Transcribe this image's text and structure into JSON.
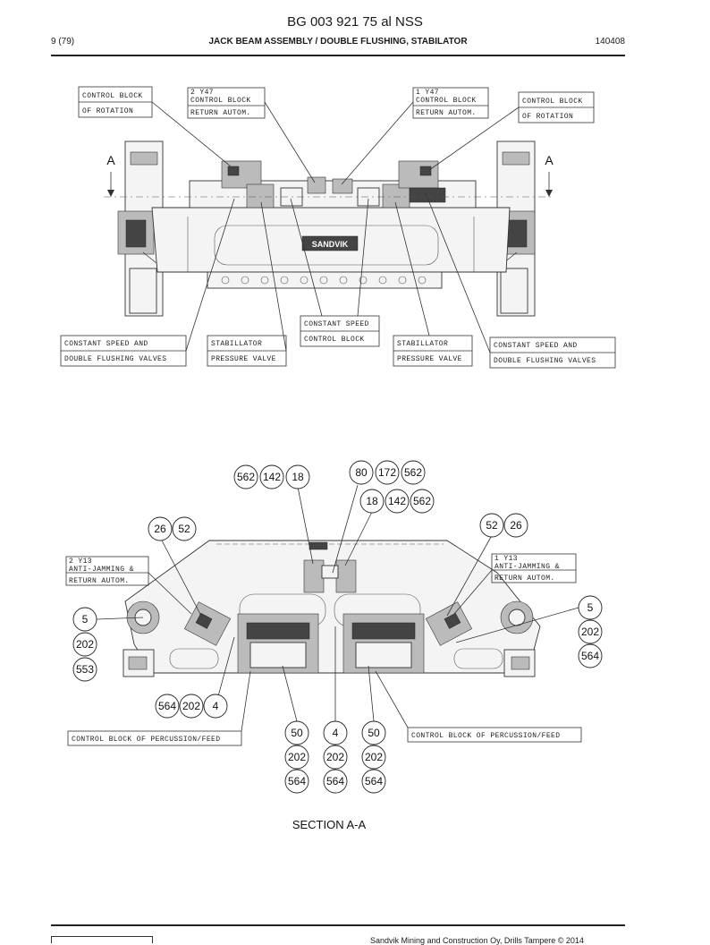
{
  "header": {
    "doc_number": "BG 003 921 75 al NSS",
    "page": "9 (79)",
    "title": "JACK BEAM ASSEMBLY / DOUBLE FLUSHING, STABILATOR",
    "date_code": "140408"
  },
  "top_view": {
    "section_marks": [
      "A",
      "A"
    ],
    "brand_plate": "SANDVIK",
    "labels": {
      "ctrl_rot_left": [
        "CONTROL BLOCK",
        "OF ROTATION"
      ],
      "y47_2": [
        "2 Y47",
        "CONTROL BLOCK",
        "RETURN AUTOM."
      ],
      "y47_1": [
        "1 Y47",
        "CONTROL BLOCK",
        "RETURN AUTOM."
      ],
      "ctrl_rot_right": [
        "CONTROL BLOCK",
        "OF ROTATION"
      ],
      "const_speed_ctrl": [
        "CONSTANT SPEED",
        "CONTROL BLOCK"
      ],
      "const_flush_left": [
        "CONSTANT SPEED AND",
        "DOUBLE FLUSHING VALVES"
      ],
      "stab_left": [
        "STABILLATOR",
        "PRESSURE VALVE"
      ],
      "stab_right": [
        "STABILLATOR",
        "PRESSURE VALVE"
      ],
      "const_flush_right": [
        "CONSTANT SPEED AND",
        "DOUBLE FLUSHING VALVES"
      ]
    }
  },
  "section_view": {
    "caption": "SECTION  A-A",
    "labels": {
      "y13_2": [
        "2 Y13",
        "ANTI-JAMMING &",
        "RETURN AUTOM."
      ],
      "y13_1": [
        "1 Y13",
        "ANTI-JAMMING &",
        "RETURN AUTOM."
      ],
      "perc_left": [
        "CONTROL BLOCK OF PERCUSSION/FEED"
      ],
      "perc_right": [
        "CONTROL BLOCK OF PERCUSSION/FEED"
      ]
    },
    "callouts": {
      "g1": [
        "562",
        "142",
        "18"
      ],
      "g2": [
        "80",
        "172",
        "562"
      ],
      "g3": [
        "18",
        "142",
        "562"
      ],
      "g4": [
        "26",
        "52"
      ],
      "g5": [
        "52",
        "26"
      ],
      "g6": [
        "5",
        "202",
        "553"
      ],
      "g7": [
        "5",
        "202",
        "564"
      ],
      "g8": [
        "564",
        "202",
        "4"
      ],
      "g9": [
        "50",
        "202",
        "564"
      ],
      "g10": [
        "4",
        "202",
        "564"
      ],
      "g11": [
        "50",
        "202",
        "564"
      ]
    }
  },
  "footer": {
    "copyright": "Sandvik Mining and Construction Oy, Drills Tampere © 2014"
  }
}
